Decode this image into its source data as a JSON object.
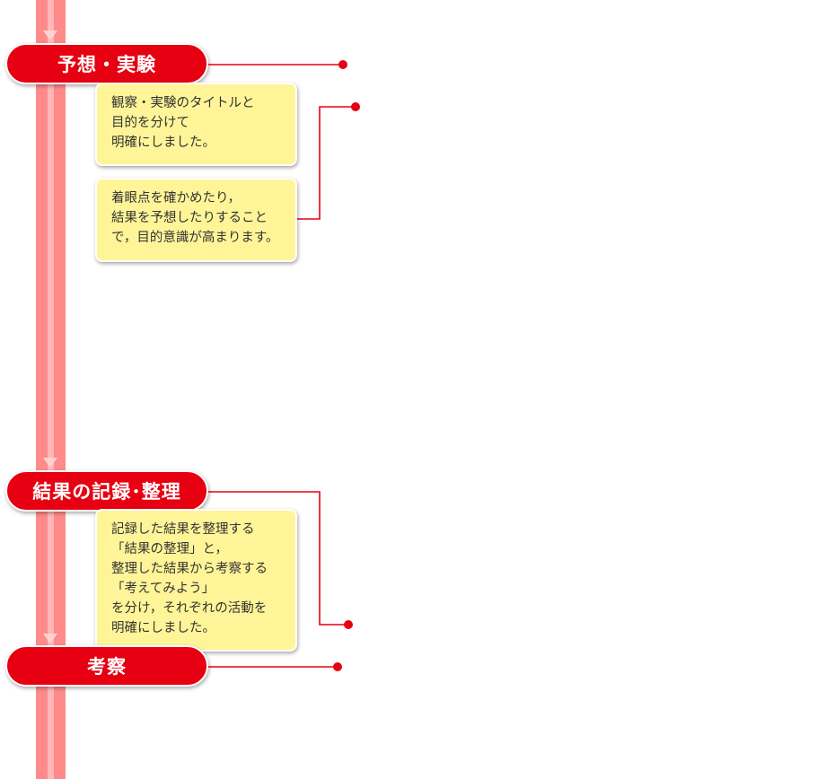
{
  "stages": [
    {
      "id": "yosou",
      "label": "予想・実験"
    },
    {
      "id": "kiroku",
      "label": "結果の記録･整理"
    },
    {
      "id": "kousatsu",
      "label": "考察"
    }
  ],
  "notes": [
    {
      "id": "title",
      "text": "観察・実験のタイトルと\n目的を分けて\n明確にしました。"
    },
    {
      "id": "viewpoint",
      "text": "着眼点を確かめたり，\n結果を予想したりすること\nで，目的意識が高まります。"
    },
    {
      "id": "organize",
      "text": "記録した結果を整理する\n「結果の整理」と，\n整理した結果から考察する\n「考えてみよう」\nを分け，それぞれの活動を\n明確にしました。"
    }
  ],
  "colors": {
    "stage_red": "#e60012",
    "timeline": "#ff8a8a",
    "note_fill": "#fff598",
    "connector": "#e60012"
  }
}
